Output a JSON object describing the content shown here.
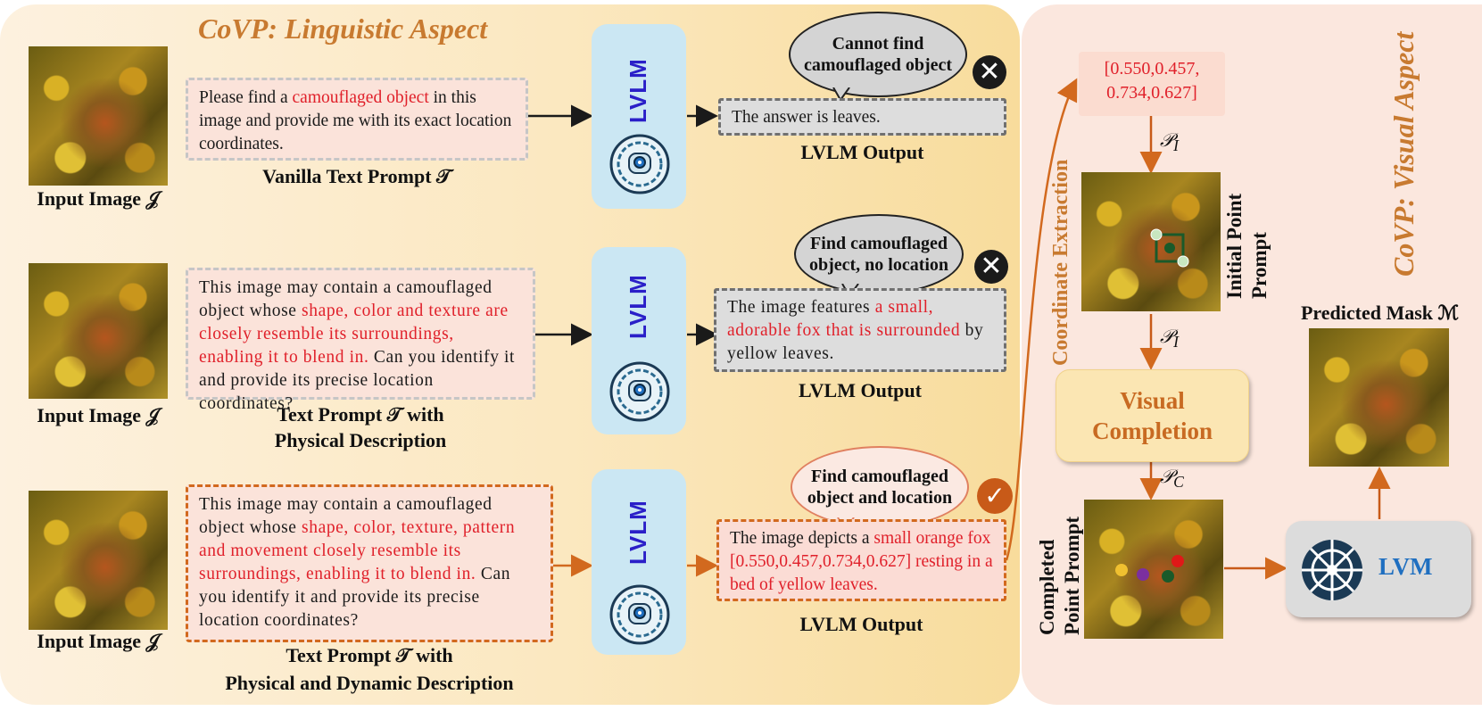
{
  "linguistic_title": "CoVP: Linguistic Aspect",
  "visual_title": "CoVP: Visual Aspect",
  "input_label": "Input Image 𝒥",
  "lvlm_label": "LVLM",
  "lvlm_output_label": "LVLM Output",
  "rows": [
    {
      "prompt_parts": [
        "Please find a ",
        "camouflaged object",
        " in this image and provide me with its exact location coordinates."
      ],
      "prompt_label": "Vanilla Text Prompt 𝒯",
      "output_parts": [
        "The answer is leaves.",
        "",
        ""
      ],
      "bubble": "Cannot find camouflaged object",
      "status": "fail"
    },
    {
      "prompt_parts": [
        "This image may contain a camouflaged object whose ",
        "shape, color and texture are closely resemble its surroundings, enabling it to blend in.",
        " Can you identify it and provide its precise location coordinates?"
      ],
      "prompt_label_1": "Text Prompt 𝒯 with",
      "prompt_label_2": "Physical Description",
      "output_parts": [
        "The image features ",
        "a small, adorable fox that is surrounded",
        " by yellow leaves."
      ],
      "bubble": "Find camouflaged object, no location",
      "status": "fail"
    },
    {
      "prompt_parts": [
        "This image may contain a camouflaged object whose ",
        "shape, color, texture, pattern and movement closely resemble its surroundings, enabling it to blend in.",
        " Can you identify it and provide its precise location coordinates?"
      ],
      "prompt_label_1": "Text Prompt 𝒯 with",
      "prompt_label_2": "Physical and Dynamic Description",
      "output_parts": [
        "The image depicts a ",
        "small orange fox [0.550,0.457,0.734,0.627] resting in a bed of yellow leaves.",
        ""
      ],
      "bubble": "Find camouflaged object and location",
      "status": "success"
    }
  ],
  "coordinate_extraction": "Coordinate Extraction",
  "coords_line1": "[0.550,0.457,",
  "coords_line2": "0.734,0.627]",
  "p_i": "𝒫",
  "p_i_sub": "I",
  "p_c_sub": "C",
  "initial_point_prompt_1": "Initial Point",
  "initial_point_prompt_2": "Prompt",
  "visual_completion_1": "Visual",
  "visual_completion_2": "Completion",
  "completed_point_prompt_1": "Completed",
  "completed_point_prompt_2": "Point Prompt",
  "lvm_label": "LVM",
  "predicted_mask_label": "Predicted Mask ℳ",
  "colors": {
    "accent_orange": "#d2691e",
    "red_text": "#e0202a",
    "lvlm_blue": "#2a1fc8",
    "lvm_blue": "#1f6fc0"
  }
}
